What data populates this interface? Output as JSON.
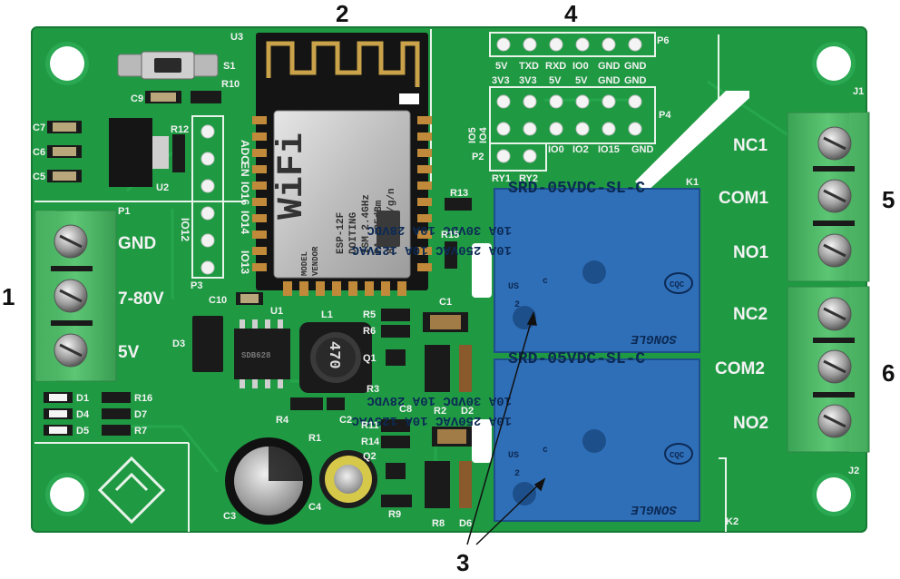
{
  "callouts": {
    "c1": "1",
    "c2": "2",
    "c3": "3",
    "c4": "4",
    "c5": "5",
    "c6": "6"
  },
  "board": {
    "color": "#1f9a43",
    "power_terminal": [
      "GND",
      "7-80V",
      "5V"
    ],
    "relay1_terminal": [
      "NC1",
      "COM1",
      "NO1"
    ],
    "relay2_terminal": [
      "NC2",
      "COM2",
      "NO2"
    ],
    "header_p6": [
      "5V",
      "TXD",
      "RXD",
      "IO0",
      "GND",
      "GND"
    ],
    "header_p4_top": [
      "3V3",
      "3V3",
      "5V",
      "5V",
      "GND",
      "GND"
    ],
    "header_p4_bottom": [
      "IO0",
      "IO2",
      "IO15",
      "GND"
    ],
    "header_p4_side": [
      "IO5",
      "IO4"
    ],
    "header_p2": [
      "RY1",
      "RY2"
    ],
    "header_p3": [
      "ADC",
      "EN",
      "IO16",
      "IO14",
      "IO12",
      "IO13"
    ],
    "designators": {
      "u1": "U1",
      "u2": "U2",
      "u3": "U3",
      "s1": "S1",
      "p1": "P1",
      "p2": "P2",
      "p3": "P3",
      "p4": "P4",
      "p6": "P6",
      "j1": "J1",
      "j2": "J2",
      "k1": "K1",
      "k2": "K2",
      "l1": "L1",
      "c1": "C1",
      "c3": "C3",
      "c4": "C4",
      "c7": "C7",
      "c6": "C6",
      "c5": "C5",
      "c9": "C9",
      "c10": "C10",
      "c8": "C8",
      "c2": "C2",
      "r10": "R10",
      "r12": "R12",
      "r13": "R13",
      "r15": "R15",
      "r5": "R5",
      "r6": "R6",
      "r3": "R3",
      "r4": "R4",
      "r1": "R1",
      "r2": "R2",
      "r11": "R11",
      "r14": "R14",
      "r8": "R8",
      "r9": "R9",
      "r16": "R16",
      "r7": "R7",
      "d1": "D1",
      "d4": "D4",
      "d5": "D5",
      "d3": "D3",
      "d2": "D2",
      "d6": "D6",
      "d7": "D7",
      "q1": "Q1",
      "q2": "Q2"
    },
    "inductor_value": "470",
    "ic_marking": "SDB628"
  },
  "esp_module": {
    "brand": "WiFi",
    "model": "ESP-12F",
    "lines": [
      "ISM 2.4GHz",
      "PA +25dBm",
      "802.11b/g/n"
    ],
    "vendor_label": "DOITING",
    "model_tag": "MODEL",
    "vendor_tag": "VENDOR"
  },
  "relays": {
    "model": "SRD-05VDC-SL-C",
    "ratings": [
      "10A 250VAC  10A 125VAC",
      "10A 30VDC  10A 28VDC"
    ],
    "brand": "SONGLE",
    "cqc": "CQC",
    "us": "US",
    "c": "c",
    "two": "2",
    "color": "#2f6fb8"
  }
}
